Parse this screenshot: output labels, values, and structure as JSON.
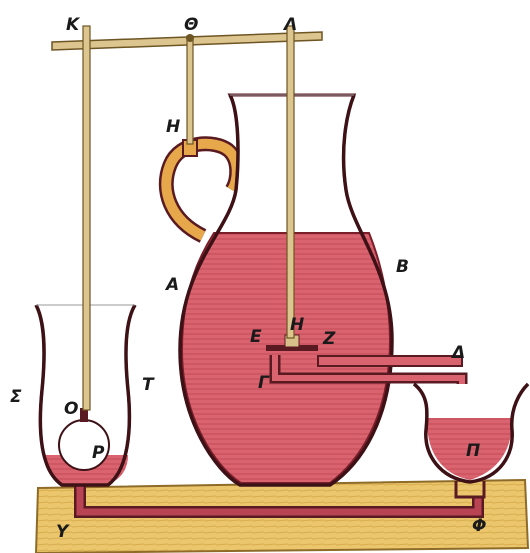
{
  "labels": {
    "K": "Κ",
    "Theta": "Θ",
    "Lambda": "Λ",
    "H_handle": "Η",
    "A": "Α",
    "B": "Β",
    "E": "Ε",
    "H_valve": "Η",
    "Z": "Ζ",
    "Gamma": "Γ",
    "Delta": "Δ",
    "Sigma": "Σ",
    "T": "Τ",
    "O": "Ο",
    "P": "Ρ",
    "Pi": "Π",
    "Y": "Υ",
    "Phi": "Φ"
  },
  "colors": {
    "liquid": "#d9646f",
    "liquid_dark": "#b84352",
    "vessel_outline": "#5a1a22",
    "wood": "#e8c36a",
    "wood_dark": "#b78d36",
    "rod": "#dcc58f",
    "pipe": "#9c2f3c",
    "handle": "#e6a84a"
  }
}
